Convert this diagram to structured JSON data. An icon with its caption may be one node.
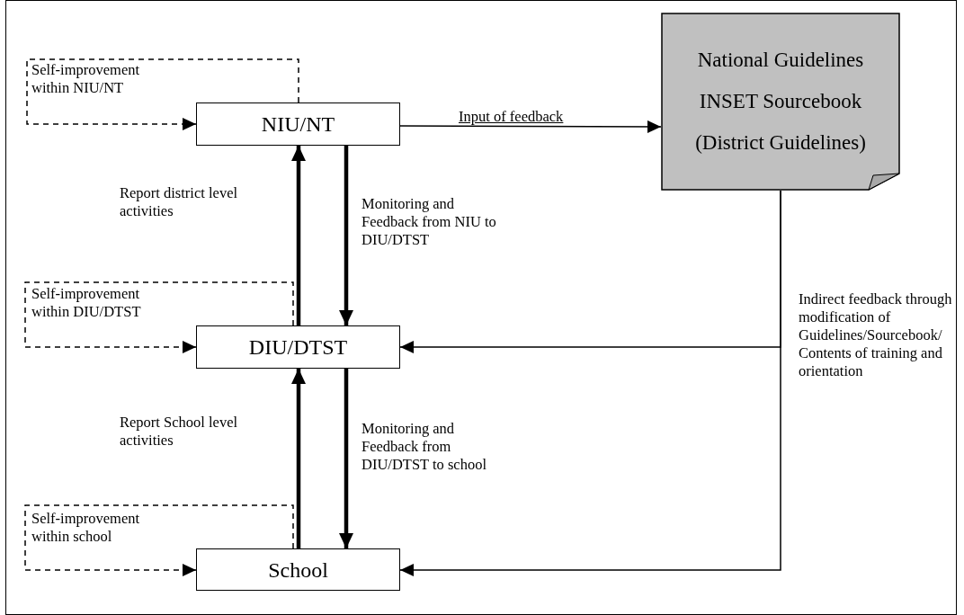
{
  "diagram": {
    "nodes": [
      {
        "text": [
          "NIU/NT"
        ]
      },
      {
        "text": [
          "National Guidelines",
          "INSET Sourcebook",
          "(District Guidelines)"
        ]
      },
      {
        "text": [
          "DIU/DTST"
        ]
      },
      {
        "text": [
          "School"
        ]
      }
    ],
    "edges": [
      {
        "from": 0,
        "to": 0,
        "arrow": "to",
        "style": "dashed",
        "label": "Self-improvement within NIU/NT"
      },
      {
        "from": 0,
        "to": 1,
        "arrow": "to",
        "label": "Input of feedback"
      },
      {
        "from": 2,
        "to": 0,
        "arrow": "to",
        "style": "thick",
        "label": "Report district level activities"
      },
      {
        "from": 0,
        "to": 2,
        "arrow": "to",
        "style": "thick",
        "label": "Monitoring and Feedback from NIU to DIU/DTST"
      },
      {
        "from": 2,
        "to": 2,
        "arrow": "to",
        "style": "dashed",
        "label": "Self-improvement within DIU/DTST"
      },
      {
        "from": 1,
        "to": 2,
        "arrow": "to",
        "label": "Indirect feedback through modification of Guidelines/Sourcebook/ Contents of training and orientation"
      },
      {
        "from": 1,
        "to": 3,
        "arrow": "to"
      },
      {
        "from": 3,
        "to": 2,
        "arrow": "to",
        "style": "thick",
        "label": "Report School level activities"
      },
      {
        "from": 2,
        "to": 3,
        "arrow": "to",
        "style": "thick",
        "label": "Monitoring and Feedback from DIU/DTST to school"
      },
      {
        "from": 3,
        "to": 3,
        "arrow": "to",
        "style": "dashed",
        "label": "Self-improvement within school"
      }
    ]
  }
}
